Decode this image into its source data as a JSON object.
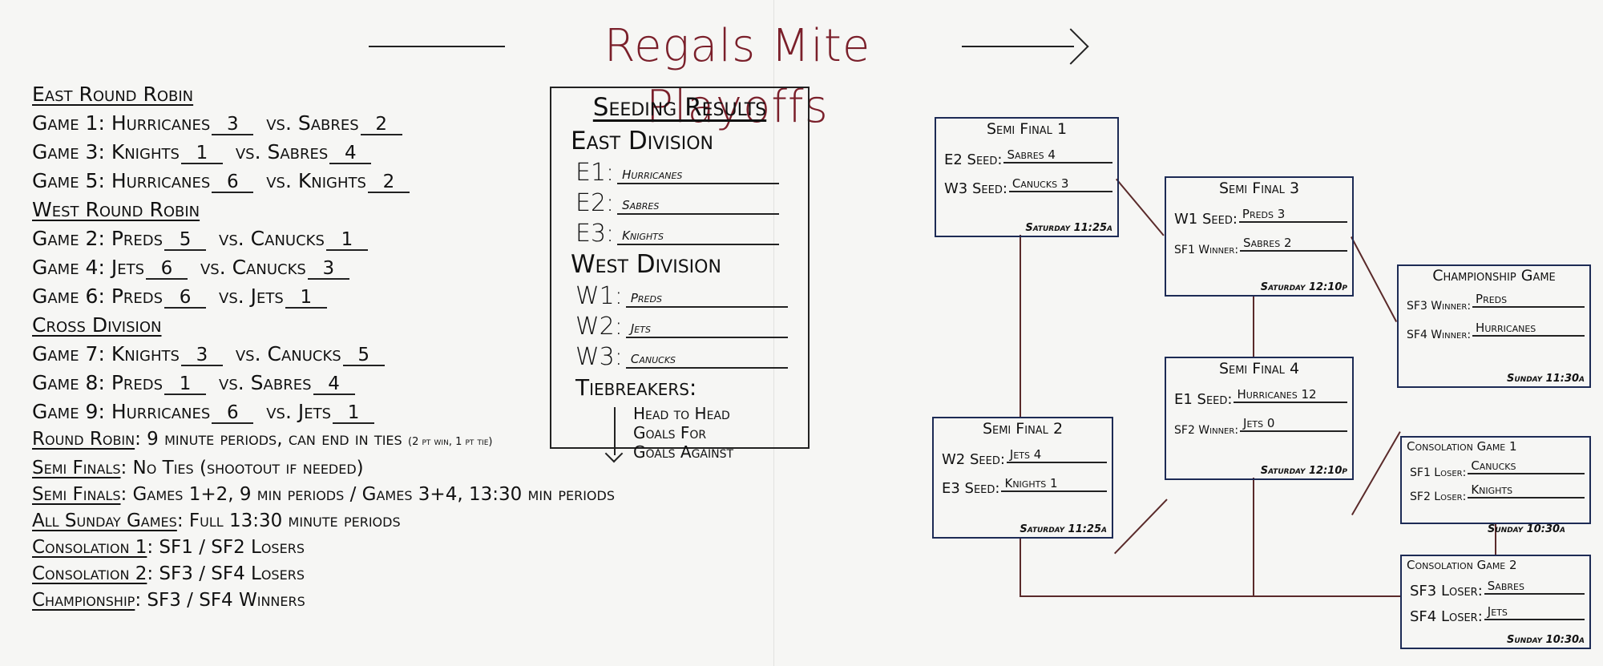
{
  "title": "Regals Mite Playoffs",
  "colors": {
    "title": "#7a1f2a",
    "box_border": "#1d2b55",
    "connector": "#5a2a2a"
  },
  "east_round_robin": {
    "heading": "East Round Robin",
    "games": [
      {
        "label": "Game 1:",
        "team1": "Hurricanes",
        "score1": "3",
        "vs": "vs.",
        "team2": "Sabres",
        "score2": "2"
      },
      {
        "label": "Game 3:",
        "team1": "Knights",
        "score1": "1",
        "vs": "vs.",
        "team2": "Sabres",
        "score2": "4"
      },
      {
        "label": "Game 5:",
        "team1": "Hurricanes",
        "score1": "6",
        "vs": "vs.",
        "team2": "Knights",
        "score2": "2"
      }
    ]
  },
  "west_round_robin": {
    "heading": "West Round Robin",
    "games": [
      {
        "label": "Game 2:",
        "team1": "Preds",
        "score1": "5",
        "vs": "vs.",
        "team2": "Canucks",
        "score2": "1"
      },
      {
        "label": "Game 4:",
        "team1": "Jets",
        "score1": "6",
        "vs": "vs.",
        "team2": "Canucks",
        "score2": "3"
      },
      {
        "label": "Game 6:",
        "team1": "Preds",
        "score1": "6",
        "vs": "vs.",
        "team2": "Jets",
        "score2": "1"
      }
    ]
  },
  "cross_division": {
    "heading": "Cross Division",
    "games": [
      {
        "label": "Game 7:",
        "team1": "Knights",
        "score1": "3",
        "vs": "vs.",
        "team2": "Canucks",
        "score2": "5"
      },
      {
        "label": "Game 8:",
        "team1": "Preds",
        "score1": "1",
        "vs": "vs.",
        "team2": "Sabres",
        "score2": "4"
      },
      {
        "label": "Game 9:",
        "team1": "Hurricanes",
        "score1": "6",
        "vs": "vs.",
        "team2": "Jets",
        "score2": "1"
      }
    ]
  },
  "rules": [
    {
      "key": "Round Robin",
      "text": ": 9 minute periods, can end in ties",
      "small": "(2 pt win, 1 pt tie)"
    },
    {
      "key": "Semi Finals",
      "text": ": No Ties (shootout if needed)",
      "small": ""
    },
    {
      "key": "Semi Finals",
      "text": ": Games 1+2, 9 min periods / Games 3+4, 13:30 min periods",
      "small": ""
    },
    {
      "key": "All Sunday Games",
      "text": ": Full 13:30 minute periods",
      "small": ""
    },
    {
      "key": "Consolation 1",
      "text": ": SF1 / SF2 Losers",
      "small": ""
    },
    {
      "key": "Consolation 2",
      "text": ": SF3 / SF4 Losers",
      "small": ""
    },
    {
      "key": "Championship",
      "text": ": SF3 / SF4 Winners",
      "small": ""
    }
  ],
  "seeding": {
    "title": "Seeding Results",
    "east_title": "East Division",
    "east": [
      {
        "key": "E1:",
        "team": "Hurricanes"
      },
      {
        "key": "E2:",
        "team": "Sabres"
      },
      {
        "key": "E3:",
        "team": "Knights"
      }
    ],
    "west_title": "West Division",
    "west": [
      {
        "key": "W1:",
        "team": "Preds"
      },
      {
        "key": "W2:",
        "team": "Jets"
      },
      {
        "key": "W3:",
        "team": "Canucks"
      }
    ],
    "tiebreakers_title": "Tiebreakers:",
    "tiebreakers": [
      "Head to Head",
      "Goals For",
      "Goals Against"
    ]
  },
  "semifinal1": {
    "title": "Semi Final 1",
    "rows": [
      {
        "label": "E2 Seed:",
        "value": "Sabres 4"
      },
      {
        "label": "W3 Seed:",
        "value": "Canucks 3"
      }
    ],
    "time": "Saturday 11:25a"
  },
  "semifinal2": {
    "title": "Semi Final 2",
    "rows": [
      {
        "label": "W2 Seed:",
        "value": "Jets 4"
      },
      {
        "label": "E3 Seed:",
        "value": "Knights 1"
      }
    ],
    "time": "Saturday 11:25a"
  },
  "semifinal3": {
    "title": "Semi Final 3",
    "rows": [
      {
        "label": "W1 Seed:",
        "value": "Preds 3"
      },
      {
        "label": "SF1 Winner:",
        "value": "Sabres 2"
      }
    ],
    "time": "Saturday 12:10p"
  },
  "semifinal4": {
    "title": "Semi Final 4",
    "rows": [
      {
        "label": "E1 Seed:",
        "value": "Hurricanes 12"
      },
      {
        "label": "SF2 Winner:",
        "value": "Jets 0"
      }
    ],
    "time": "Saturday 12:10p"
  },
  "championship": {
    "title": "Championship Game",
    "rows": [
      {
        "label": "SF3 Winner:",
        "value": "Preds"
      },
      {
        "label": "SF4 Winner:",
        "value": "Hurricanes"
      }
    ],
    "time": "Sunday 11:30a"
  },
  "consolation1": {
    "title": "Consolation Game 1",
    "rows": [
      {
        "label": "SF1 Loser:",
        "value": "Canucks"
      },
      {
        "label": "SF2 Loser:",
        "value": "Knights"
      }
    ],
    "time": "Sunday 10:30a"
  },
  "consolation2": {
    "title": "Consolation Game 2",
    "rows": [
      {
        "label": "SF3 Loser:",
        "value": "Sabres"
      },
      {
        "label": "SF4 Loser:",
        "value": "Jets"
      }
    ],
    "time": "Sunday 10:30a"
  }
}
